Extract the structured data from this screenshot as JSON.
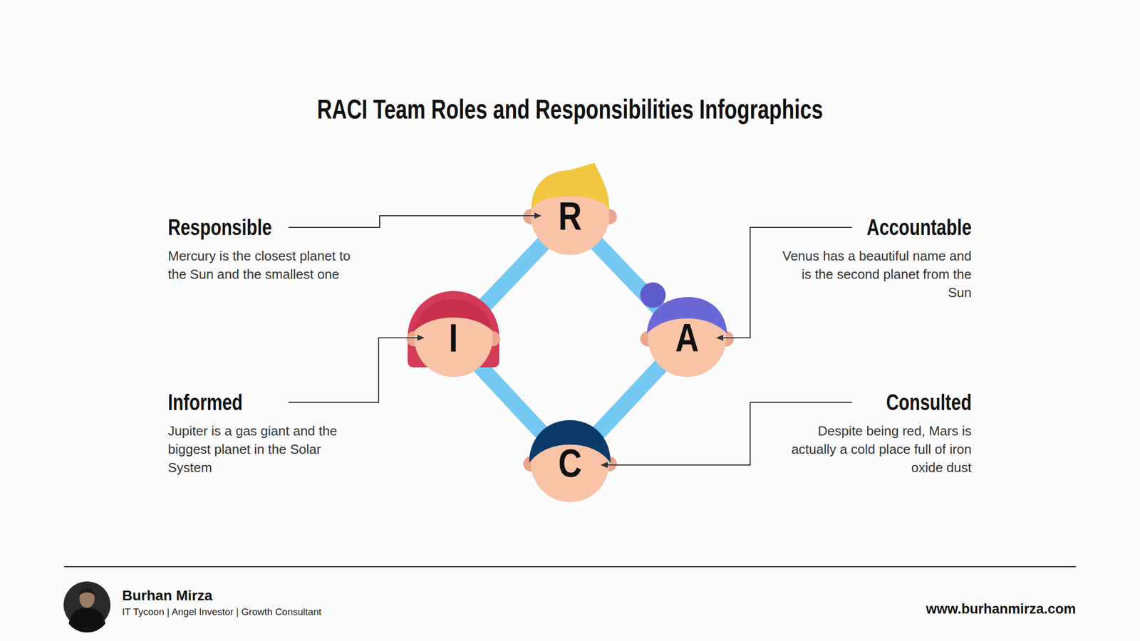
{
  "diagram": {
    "title": "RACI Team Roles and Responsibilities Infographics",
    "nodes": [
      {
        "text": [
          "R"
        ]
      },
      {
        "text": [
          "I"
        ]
      },
      {
        "text": [
          "A"
        ]
      },
      {
        "text": [
          "C"
        ]
      }
    ],
    "edges": [
      {
        "from": 0,
        "to": 2,
        "arrow": "none"
      },
      {
        "from": 2,
        "to": 3,
        "arrow": "none"
      },
      {
        "from": 3,
        "to": 1,
        "arrow": "none"
      },
      {
        "from": 1,
        "to": 0,
        "arrow": "none"
      }
    ],
    "labels": [
      "Responsible",
      "Mercury is the closest planet to the Sun and the smallest one",
      "Accountable",
      "Venus has a beautiful name and is the second planet from the Sun",
      "Informed",
      "Jupiter is a gas giant and the biggest planet in the Solar System",
      "Consulted",
      "Despite being red, Mars is actually a cold place full of iron oxide dust",
      "Burhan Mirza",
      "IT Tycoon | Angel Investor | Growth Consultant",
      "www.burhanmirza.com"
    ]
  }
}
